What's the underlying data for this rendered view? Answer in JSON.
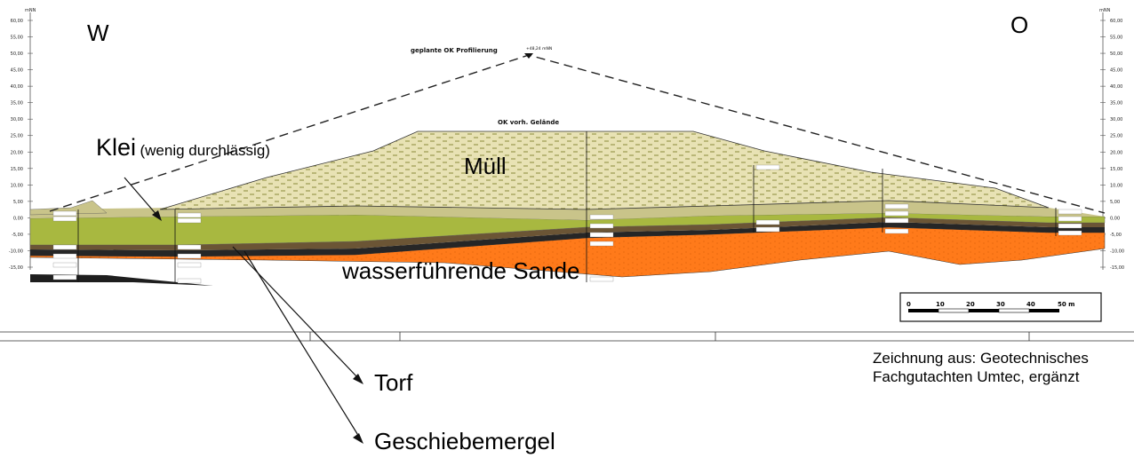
{
  "diagram": {
    "direction_west": "W",
    "direction_east": "O",
    "unit_left": "mNN",
    "unit_right": "mNN",
    "y_ticks_left": [
      "60,00",
      "55,00",
      "50,00",
      "45,00",
      "40,00",
      "35,00",
      "30,00",
      "25,00",
      "20,00",
      "15,00",
      "10,00",
      "5,00",
      "0,00",
      "-5,00",
      "-10,00",
      "-15,00"
    ],
    "y_ticks_right": [
      "60,00",
      "55,00",
      "50,00",
      "45,00",
      "40,00",
      "35,00",
      "30,00",
      "25,00",
      "20,00",
      "15,00",
      "10,00",
      "5,00",
      "0,00",
      "-5,00",
      "-10,00",
      "-15,00"
    ],
    "annotation_planned_top": "geplante OK Profilierung",
    "annotation_planned_value": "+48,24 mNN",
    "annotation_existing_ground": "OK vorh. Gelände",
    "layers": {
      "klei": "Klei",
      "klei_note": "(wenig durchlässig)",
      "muell": "Müll",
      "sande": "wasserführende Sande",
      "torf": "Torf",
      "geschiebemergel": "Geschiebemergel"
    },
    "scale_bar": {
      "labels": [
        "0",
        "10",
        "20",
        "30",
        "40",
        "50 m"
      ]
    },
    "credit_line1": "Zeichnung aus: Geotechnisches",
    "credit_line2": "Fachgutachten Umtec, ergänzt",
    "colors": {
      "sand": "#ff7a1a",
      "klei": "#a8b840",
      "muell": "#e8e2b4",
      "cover": "#c9c48a",
      "torf": "#6b5535",
      "mergel": "#1e1e1e"
    }
  }
}
